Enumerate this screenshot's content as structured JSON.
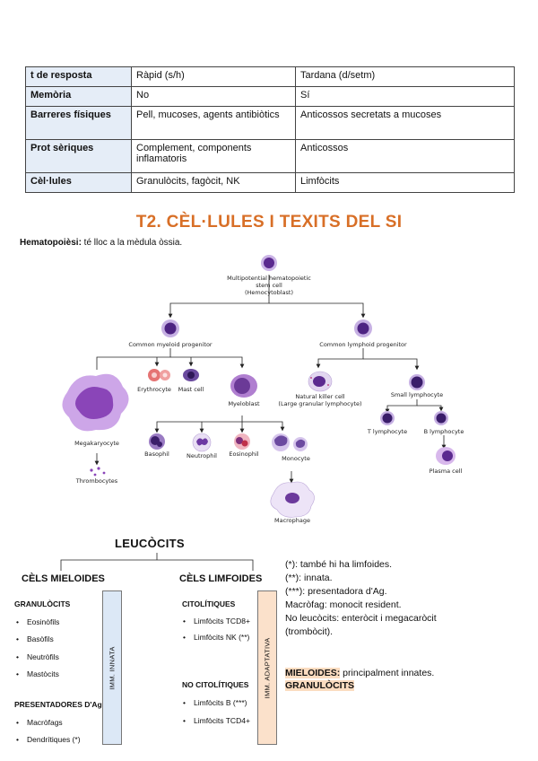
{
  "table": [
    {
      "key": "t de resposta",
      "innate": "Ràpid (s/h)",
      "adaptive": "Tardana (d/setm)"
    },
    {
      "key": "Memòria",
      "innate": "No",
      "adaptive": "Sí"
    },
    {
      "key": "Barreres físiques",
      "innate": "Pell, mucoses, agents antibiòtics",
      "adaptive": "Anticossos secretats a mucoses"
    },
    {
      "key": "Prot sèriques",
      "innate": "Complement, components inflamatoris",
      "adaptive": "Anticossos"
    },
    {
      "key": "Cèl·lules",
      "innate": "Granulòcits, fagòcit, NK",
      "adaptive": "Limfòcits"
    }
  ],
  "title": "T2. CÈL·LULES I TEXITS DEL SI",
  "hematopoiesi": {
    "label": "Hematopoièsi:",
    "text": " té lloc a la mèdula òssia."
  },
  "diagram": {
    "stem_1": "Multipotential hematopoietic",
    "stem_2": "stem cell",
    "stem_3": "(Hemocytoblast)",
    "myeloid": "Common myeloid progenitor",
    "lymphoid": "Common lymphoid progenitor",
    "erythrocyte": "Erythrocyte",
    "mast": "Mast cell",
    "myeloblast": "Myeloblast",
    "megakaryocyte": "Megakaryocyte",
    "thrombocytes": "Thrombocytes",
    "basophil": "Basophil",
    "neutrophil": "Neutrophil",
    "eosinophil": "Eosinophil",
    "monocyte": "Monocyte",
    "macrophage": "Macrophage",
    "nk_1": "Natural killer cell",
    "nk_2": "(Large granular lymphocyte)",
    "small_lymph": "Small lymphocyte",
    "t_lymph": "T lymphocyte",
    "b_lymph": "B lymphocyte",
    "plasma": "Plasma cell"
  },
  "leucocits": {
    "title": "LEUCÒCITS",
    "mieloides": {
      "heading": "CÈLS MIELOIDES",
      "granulocits": {
        "heading": "GRANULÒCITS",
        "items": [
          "Eosinòfils",
          "Basòfils",
          "Neutròfils",
          "Mastòcits"
        ]
      },
      "presentadores": {
        "heading": "PRESENTADORES D'Ag",
        "items": [
          "Macròfags",
          "Dendrítiques (*)"
        ]
      },
      "box": "IMM. INNATA"
    },
    "limfoides": {
      "heading": "CÈLS LIMFOIDES",
      "citolitiques": {
        "heading": "CITOLÍTIQUES",
        "items": [
          "Limfòcits TCD8+",
          "Limfòcits NK (**)"
        ]
      },
      "no_citolitiques": {
        "heading": "NO CITOLÍTIQUES",
        "items": [
          "Limfòcits B (***)",
          "Limfòcits TCD4+"
        ]
      },
      "box": "IMM. ADAPTATIVA"
    }
  },
  "notes": [
    "(*): també hi ha limfoides.",
    "(**): innata.",
    "(***): presentadora d'Ag.",
    "Macròfag: monocit resident.",
    "No leucòcits: enteròcit i megacaròcit",
    "(trombòcit)."
  ],
  "mieloides_note": {
    "label": "MIELOIDES:",
    "text": " principalment innates.",
    "label2": "GRANULÒCITS"
  }
}
